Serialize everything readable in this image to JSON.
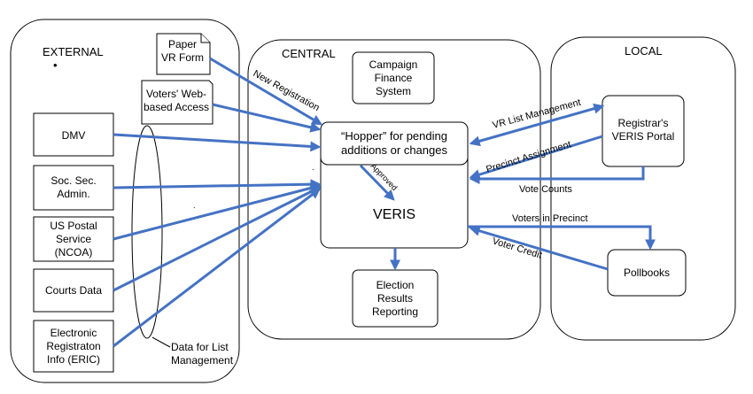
{
  "regions": {
    "external": "EXTERNAL",
    "central": "CENTRAL",
    "local": "LOCAL"
  },
  "external_nodes": {
    "paper_form": [
      "Paper",
      "VR Form"
    ],
    "web_access": [
      "Voters' Web-",
      "based Access"
    ],
    "dmv": [
      "DMV"
    ],
    "ssa": [
      "Soc. Sec.",
      "Admin."
    ],
    "usps": [
      "US Postal",
      "Service",
      "(NCOA)"
    ],
    "courts": [
      "Courts Data"
    ],
    "eric": [
      "Electronic",
      "Registraton",
      "Info (ERIC)"
    ],
    "data_list": [
      "Data for List",
      "Management"
    ]
  },
  "central_nodes": {
    "campaign": [
      "Campaign",
      "Finance",
      "System"
    ],
    "hopper": [
      "“Hopper” for pending",
      "additions or changes"
    ],
    "veris": "VERIS",
    "election": [
      "Election",
      "Results",
      "Reporting"
    ]
  },
  "local_nodes": {
    "registrar": [
      "Registrar's",
      "VERIS Portal"
    ],
    "pollbooks": "Pollbooks"
  },
  "edge_labels": {
    "new_registration": "New Registration",
    "approved": "Approved",
    "vr_list_mgmt": "VR List Management",
    "precinct_assignment": "Precinct Assignment",
    "vote_counts": "Vote Counts",
    "voters_in_precinct": "Voters in Precinct",
    "voter_credit": "Voter Credit"
  },
  "colors": {
    "arrow": "#4472C4"
  }
}
